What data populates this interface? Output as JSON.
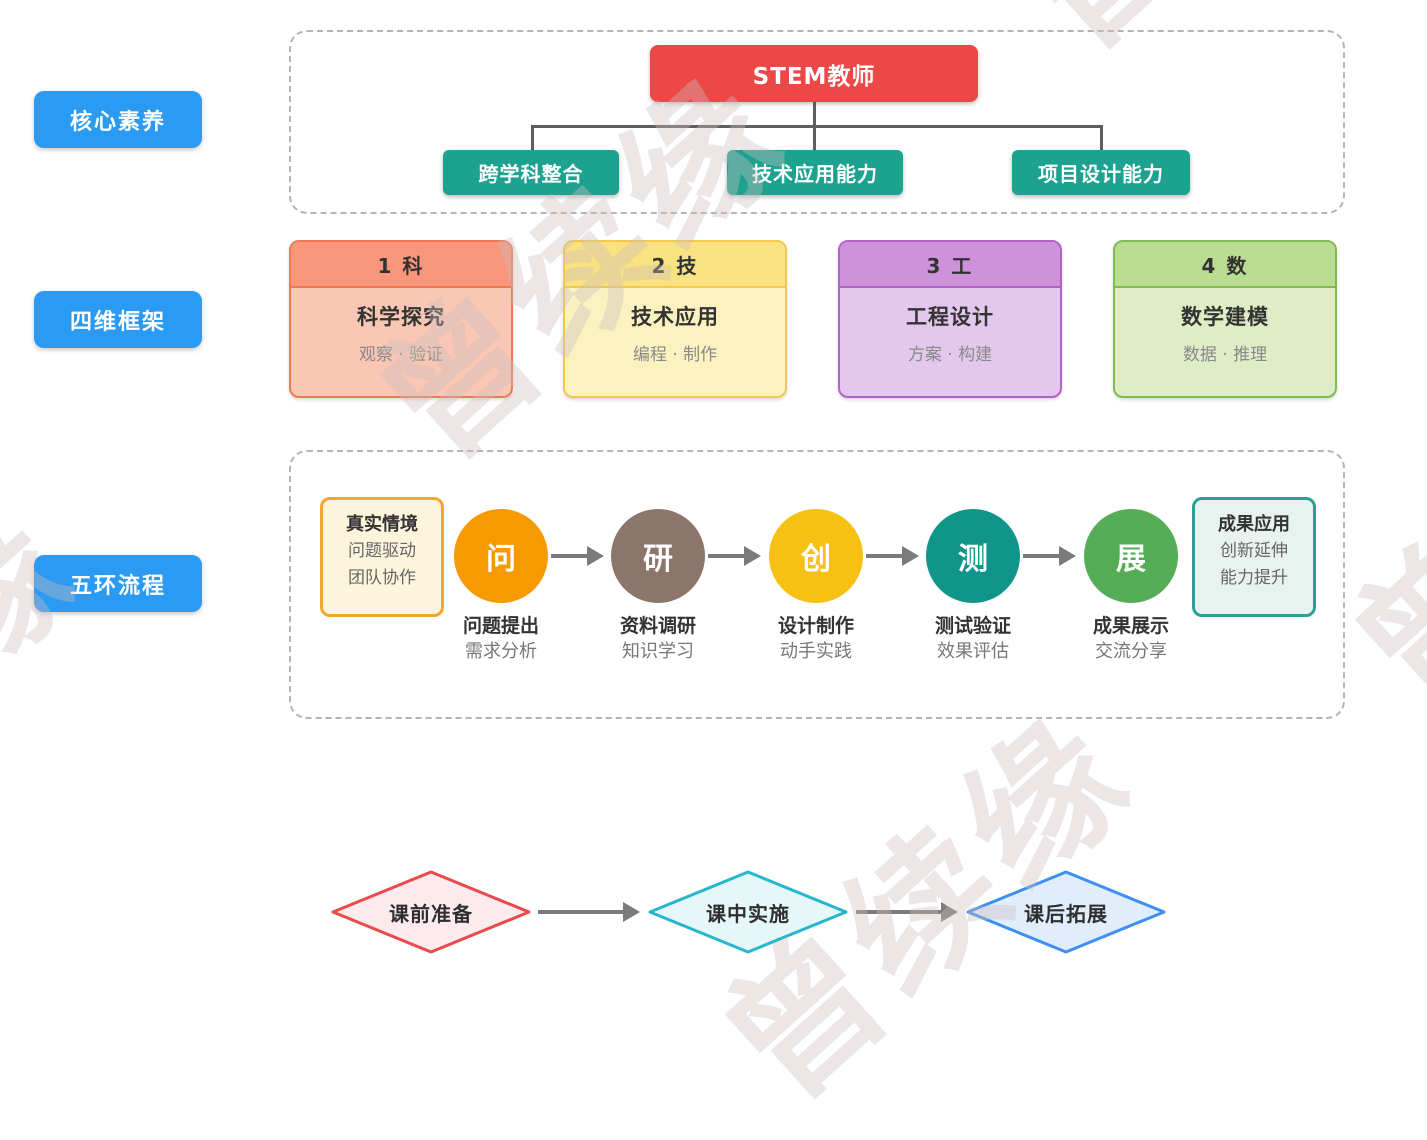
{
  "watermark": {
    "text": "曾续缘"
  },
  "colors": {
    "accent_blue": "#2b9af3",
    "root_red": "#ec4848",
    "child_teal": "#1ca28f",
    "connector_gray": "#5e5e5e",
    "arrow_gray": "#7b7b7b",
    "dashed_border": "#b4b4b4"
  },
  "sections": {
    "core": {
      "label": "核心素养",
      "root": "STEM教师",
      "children": [
        "跨学科整合",
        "技术应用能力",
        "项目设计能力"
      ]
    },
    "framework": {
      "label": "四维框架",
      "cards": [
        {
          "header": "1 科",
          "title": "科学探究",
          "subtitle": "观察 · 验证",
          "colors": {
            "border": "#ee7a52",
            "header": "#f8977b",
            "body": "#f9c7b3"
          }
        },
        {
          "header": "2 技",
          "title": "技术应用",
          "subtitle": "编程 · 制作",
          "colors": {
            "border": "#f2c94c",
            "header": "#f8e380",
            "body": "#fbf2c0"
          }
        },
        {
          "header": "3 工",
          "title": "工程设计",
          "subtitle": "方案 · 构建",
          "colors": {
            "border": "#b163c9",
            "header": "#ce92db",
            "body": "#e3c7ec"
          }
        },
        {
          "header": "4 数",
          "title": "数学建模",
          "subtitle": "数据 · 推理",
          "colors": {
            "border": "#7fbc50",
            "header": "#bbdc93",
            "body": "#deedc6"
          }
        }
      ]
    },
    "process": {
      "label": "五环流程",
      "input_box": {
        "title": "真实情境",
        "lines": [
          "问题驱动",
          "团队协作"
        ],
        "colors": {
          "border": "#f5a72b",
          "bg": "#fdf4dc"
        }
      },
      "steps": [
        {
          "char": "问",
          "title": "问题提出",
          "subtitle": "需求分析",
          "color": "#f79900"
        },
        {
          "char": "研",
          "title": "资料调研",
          "subtitle": "知识学习",
          "color": "#8c756a"
        },
        {
          "char": "创",
          "title": "设计制作",
          "subtitle": "动手实践",
          "color": "#f6c112"
        },
        {
          "char": "测",
          "title": "测试验证",
          "subtitle": "效果评估",
          "color": "#11948a"
        },
        {
          "char": "展",
          "title": "成果展示",
          "subtitle": "交流分享",
          "color": "#55ae55"
        }
      ],
      "output_box": {
        "title": "成果应用",
        "lines": [
          "创新延伸",
          "能力提升"
        ],
        "colors": {
          "border": "#29a193",
          "bg": "#e8f2ef"
        }
      }
    },
    "timeline": {
      "phases": [
        {
          "label": "课前准备",
          "border": "#e94b4b",
          "fill": "#fceaee"
        },
        {
          "label": "课中实施",
          "border": "#27b7cc",
          "fill": "#e6f7f9"
        },
        {
          "label": "课后拓展",
          "border": "#3e90f0",
          "fill": "#e0edfc"
        }
      ]
    }
  }
}
